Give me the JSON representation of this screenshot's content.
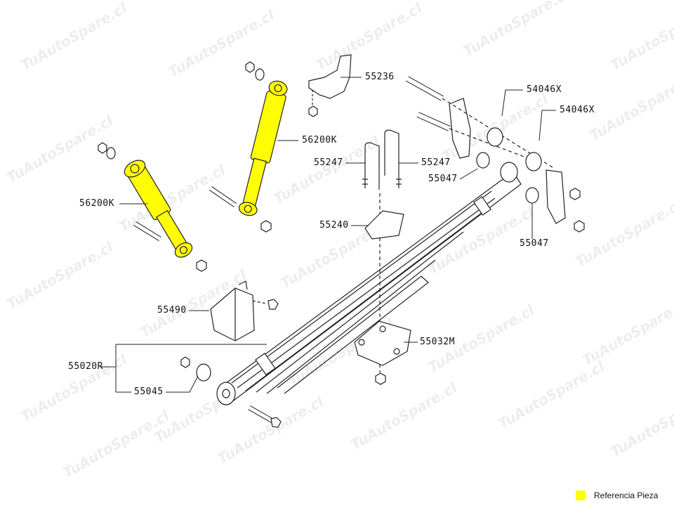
{
  "watermark": "TuAutoSpare.cl",
  "highlight_color": "#ffff00",
  "parts": {
    "p55236": "55236",
    "p54046x_a": "54046X",
    "p54046x_b": "54046X",
    "p56200k_right": "56200K",
    "p55247_left": "55247",
    "p55247_right": "55247",
    "p55047_top": "55047",
    "p56200k_left": "56200K",
    "p55240": "55240",
    "p55047_bottom": "55047",
    "p55490": "55490",
    "p55032m": "55032M",
    "p55020r": "55020R",
    "p55045": "55045"
  },
  "legend": {
    "label": "Referencia Pieza",
    "color": "#ffff00"
  }
}
